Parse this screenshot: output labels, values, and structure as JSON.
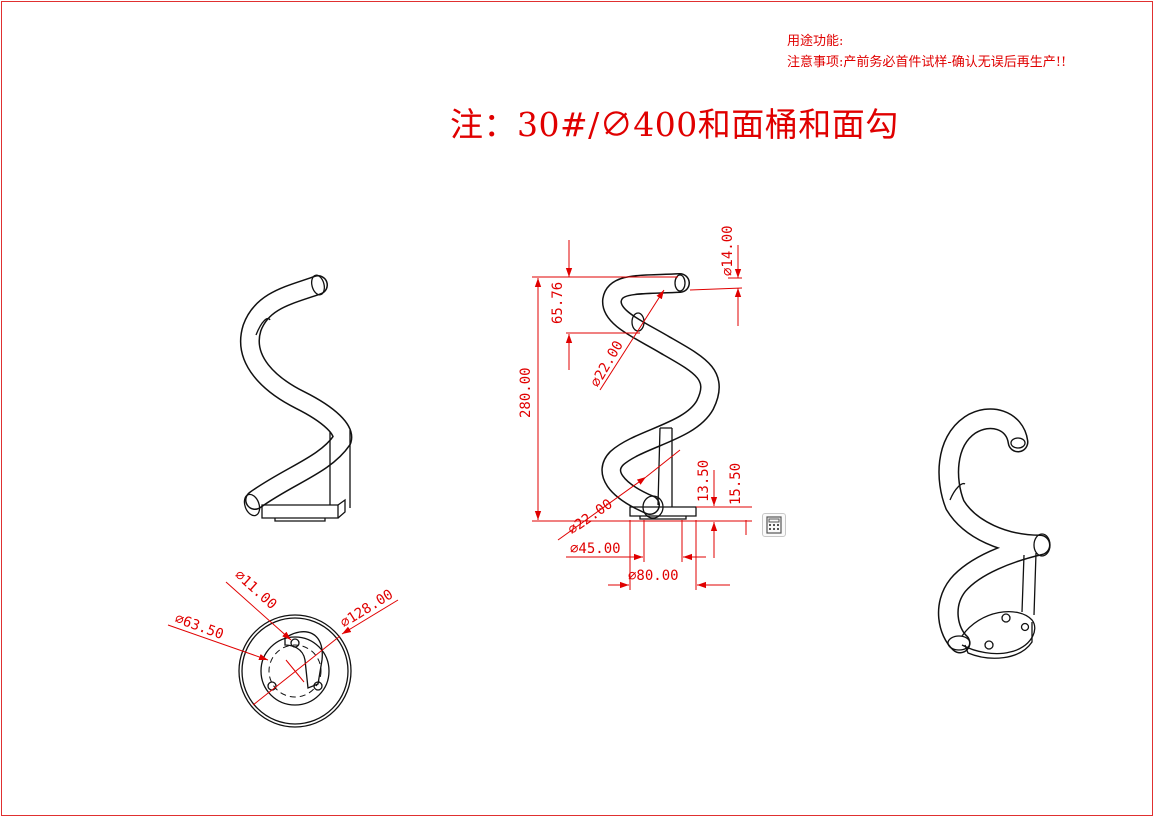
{
  "notes": {
    "usage": "用途功能:",
    "caution": "注意事项:产前务必首件试样-确认无误后再生产!!"
  },
  "main_note": "注：30#/∅400和面桶和面勾",
  "dims": {
    "tip_dia": "∅14.00",
    "head_height": "65.76",
    "tube_dia_upper": "∅22.00",
    "total_height": "280.00",
    "tube_dia_lower": "∅22.00",
    "base_height_1": "13.50",
    "base_height_2": "15.50",
    "hub_dia": "∅45.00",
    "base_dia": "∅80.00",
    "hole_dia": "∅11.00",
    "bolt_circle_dia": "∅63.50",
    "bowl_dia": "∅128.00"
  },
  "icons": {
    "calc": "calculator-icon"
  }
}
